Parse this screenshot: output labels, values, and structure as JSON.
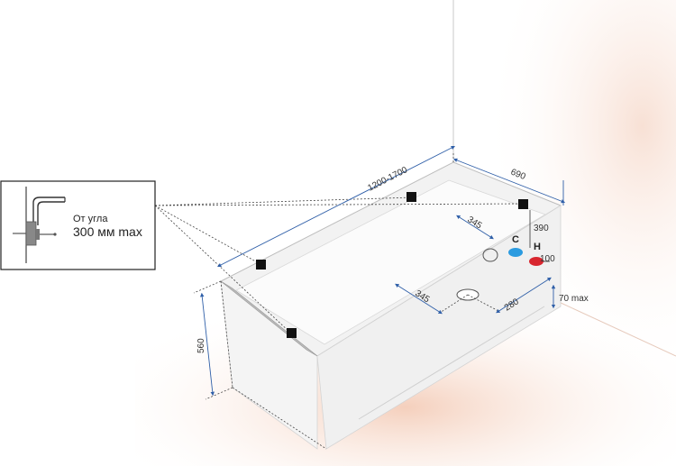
{
  "dimensions": {
    "length": "1200-1700",
    "width": "690",
    "height": "560",
    "drain_offset_wall": "345",
    "drain_offset_floor": "345",
    "drain_offset_end": "280",
    "pipe_height": "390",
    "pipe_spacing": "100",
    "gap_max": "70 max"
  },
  "pipes": {
    "cold": "C",
    "hot": "H"
  },
  "inset": {
    "line1": "От угла",
    "line2": "300 мм max"
  },
  "colors": {
    "dim_line": "#2f5fa8",
    "cold_pipe": "#2b9be0",
    "hot_pipe": "#d8262f",
    "anchor": "#111111",
    "floor_glow": "#f4cdb9",
    "wall_glow": "#f7ddd0"
  },
  "icons": {
    "anchor_point": "square-marker",
    "bracket": "wall-bracket-icon"
  }
}
